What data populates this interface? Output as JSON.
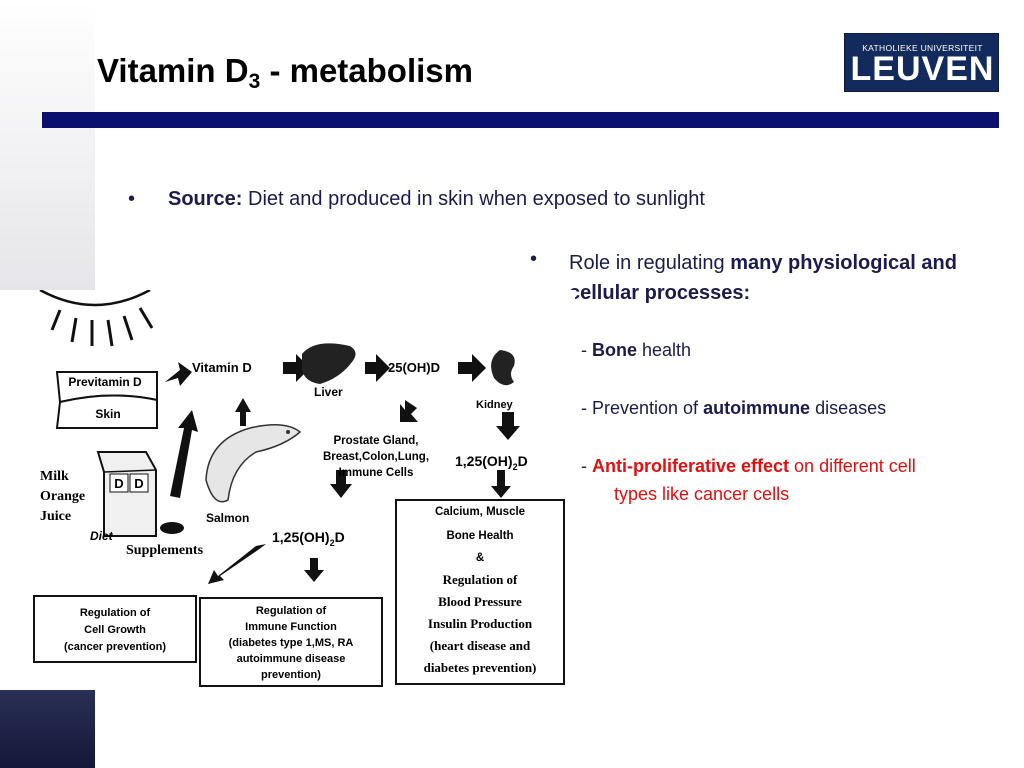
{
  "title": {
    "main": "Vitamin D",
    "sub": "3",
    "rest": " - metabolism"
  },
  "logo": {
    "line1": "KATHOLIEKE UNIVERSITEIT",
    "line2": "LEUVEN"
  },
  "source": {
    "bullet": "•",
    "label": "Source:",
    "text": " Diet and produced in skin when exposed to sunlight"
  },
  "role": {
    "bullet": "•",
    "prefix": "Role in regulating ",
    "bold": "many physiological and cellular processes:",
    "items": [
      {
        "dash": "- ",
        "bold": "Bone",
        "rest": " health"
      },
      {
        "dash": "- Prevention of ",
        "bold": "autoimmune",
        "rest": " diseases"
      },
      {
        "dash": "- ",
        "bold": "Anti-proliferative effect",
        "rest": " on different cell",
        "rest2": "types like cancer cells"
      }
    ]
  },
  "diagram": {
    "previtamin": "Previtamin D",
    "skin": "Skin",
    "vitamin_d": "Vitamin D",
    "liver": "Liver",
    "ohd25": "25(OH)D",
    "kidney": "Kidney",
    "prostate": [
      "Prostate Gland,",
      "Breast,Colon,Lung,",
      "Immune Cells"
    ],
    "ohd125": "1,25(OH)",
    "ohd125_sub": "2",
    "ohd125_d": "D",
    "milk": [
      "Milk",
      "Orange",
      "Juice"
    ],
    "carton_letters": [
      "D",
      "D"
    ],
    "diet": "Diet",
    "salmon": "Salmon",
    "supplements": "Supplements",
    "calcium_box": [
      "Calcium, Muscle",
      "Bone Health",
      "&",
      "Regulation of",
      "Blood Pressure",
      "Insulin Production",
      "(heart disease and",
      "diabetes prevention)"
    ],
    "cell_growth_box": [
      "Regulation of",
      "Cell Growth",
      "(cancer prevention)"
    ],
    "immune_box": [
      "Regulation of",
      "Immune Function",
      "(diabetes type 1,MS, RA",
      "autoimmune disease",
      "prevention)"
    ]
  }
}
